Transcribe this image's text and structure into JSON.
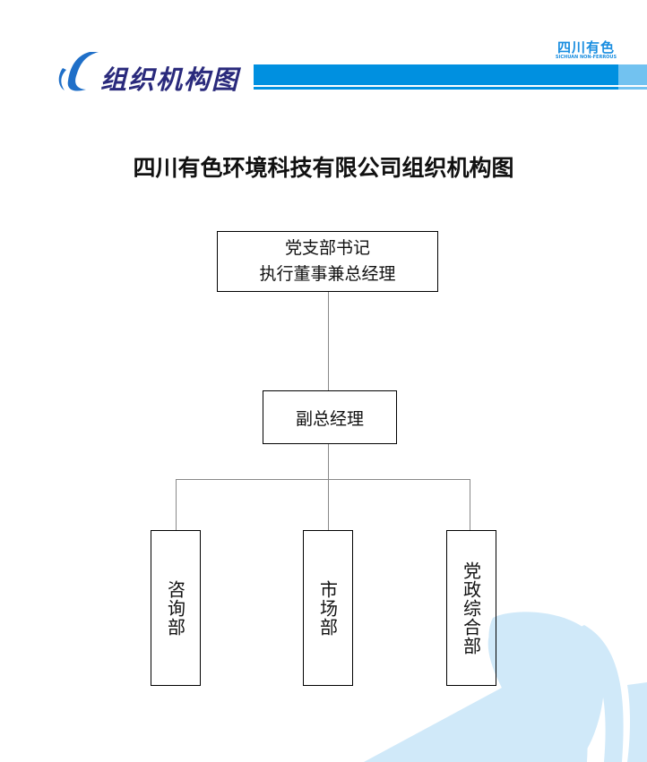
{
  "header": {
    "title": "组织机构图",
    "brand": "四川有色",
    "brand_sub": "SICHUAN NON-FERROUS"
  },
  "page_title": "四川有色环境科技有限公司组织机构图",
  "org": {
    "top": {
      "line1": "党支部书记",
      "line2": "执行董事兼总经理"
    },
    "deputy": "副总经理",
    "departments": [
      "咨询部",
      "市场部",
      "党政综合部"
    ]
  },
  "colors": {
    "accent": "#0090e0",
    "accent_light": "#72c2f0",
    "header_text": "#2a2a7c",
    "wave": "#d0e9f9"
  }
}
